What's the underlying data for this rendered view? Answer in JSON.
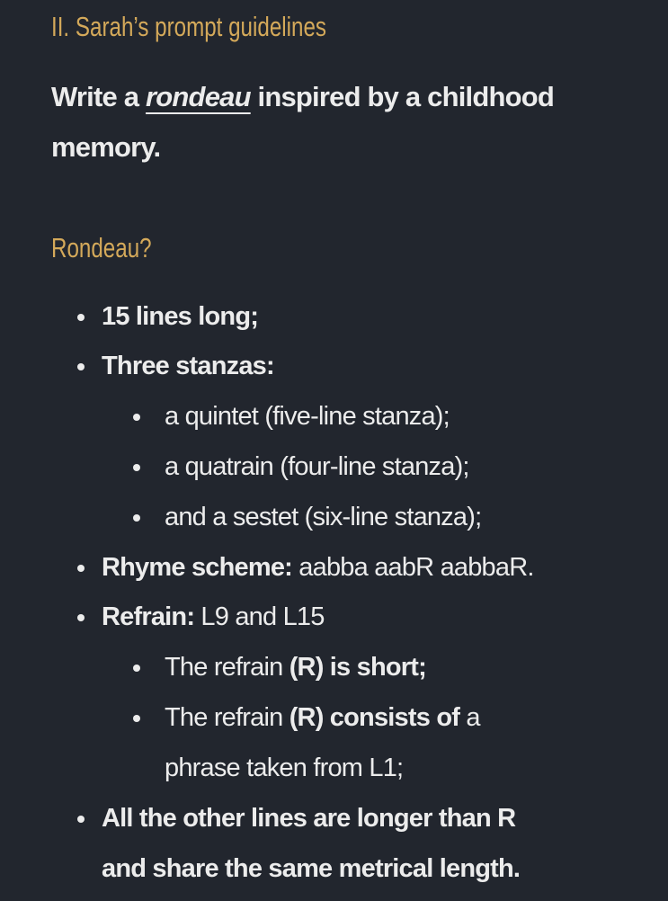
{
  "heading": "II. Sarah’s prompt guidelines",
  "prompt": {
    "before": "Write a ",
    "emphasis": "rondeau",
    "after_line1": " inspired by a childhood",
    "line2": "memory."
  },
  "subheading": "Rondeau?",
  "items": {
    "lines_long": "15 lines long;",
    "stanzas_label": "Three stanzas:",
    "quintet": "a quintet (five-line stanza);",
    "quatrain": "a quatrain (four-line stanza);",
    "sestet": "and a sestet (six-line stanza);",
    "rhyme_label": "Rhyme scheme:",
    "rhyme_value": " aabba aabR aabbaR.",
    "refrain_label": "Refrain:",
    "refrain_value": " L9 and L15",
    "short_pre": "The refrain ",
    "short_r": "(R)",
    "short_post": " is short;",
    "consists_pre": "The refrain ",
    "consists_r": "(R)",
    "consists_bold": " consists of",
    "consists_post": " a",
    "consists_line2": "phrase taken from L1;",
    "other_line1": "All the other lines are longer than R",
    "other_line2": "and share the same metrical length."
  },
  "colors": {
    "background": "#22262e",
    "accent": "#d4a95a",
    "text": "#ececec"
  }
}
